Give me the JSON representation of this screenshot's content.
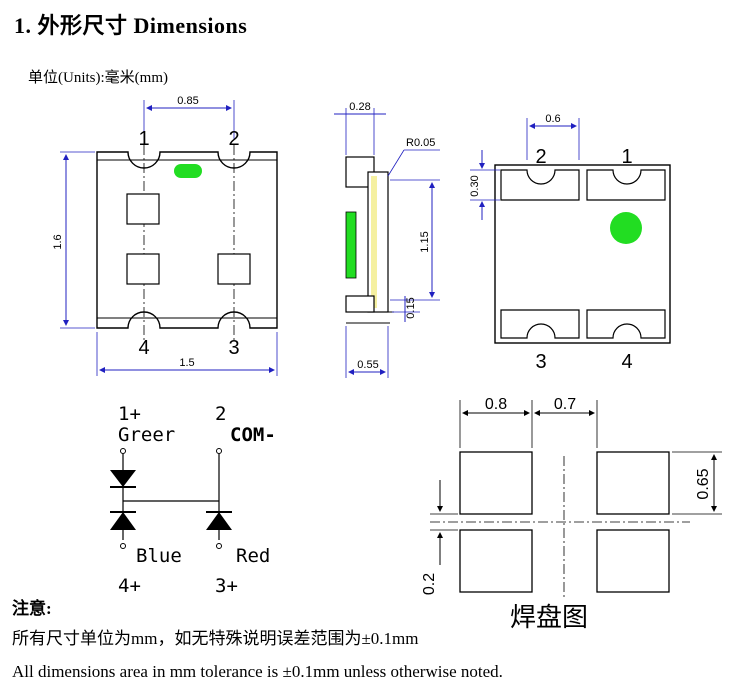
{
  "heading": "1.  外形尺寸 Dimensions",
  "units": "单位(Units):毫米(mm)",
  "front_view": {
    "dim_top": "0.85",
    "dim_height": "1.6",
    "dim_width": "1.5",
    "pin1": "1",
    "pin2": "2",
    "pin3": "3",
    "pin4": "4"
  },
  "side_view": {
    "dim_top": "0.28",
    "dim_radius": "R0.05",
    "dim_height": "1.15",
    "dim_small": "0.15",
    "dim_bottom": "0.55"
  },
  "back_view": {
    "dim_top": "0.6",
    "dim_left": "0.30",
    "pin1": "1",
    "pin2": "2",
    "pin3": "3",
    "pin4": "4"
  },
  "circuit": {
    "pin1": "1+",
    "green": "Greer",
    "pin2": "2",
    "com": "COM-",
    "blue": "Blue",
    "red": "Red",
    "pin4": "4+",
    "pin3": "3+"
  },
  "pad_layout": {
    "dim_a": "0.8",
    "dim_b": "0.7",
    "dim_c": "0.65",
    "dim_d": "0.2",
    "title": "焊盘图"
  },
  "notes": {
    "title": "注意:",
    "cn": "所有尺寸单位为mm，如无特殊说明误差范围为±0.1mm",
    "en": "All dimensions area in mm tolerance is ±0.1mm unless otherwise noted."
  },
  "colors": {
    "dim_blue": "#2020c0",
    "led_green": "#22dd22"
  }
}
